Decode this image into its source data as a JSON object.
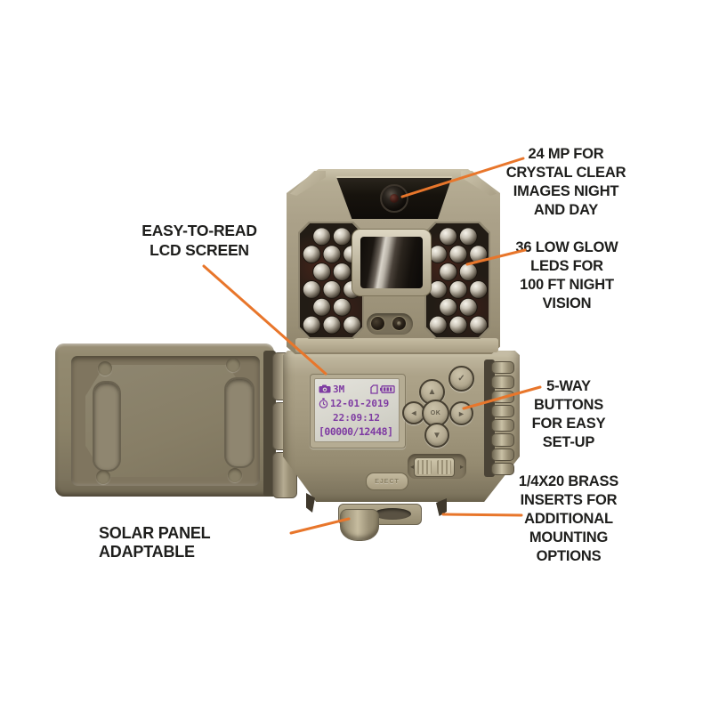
{
  "product": {
    "type": "trail-camera-product-diagram",
    "colors": {
      "accent_orange": "#e8762b",
      "body_tan": "#aca288",
      "label_black": "#1e1e1c",
      "lcd_purple": "#7e3ba2",
      "background": "#ffffff"
    }
  },
  "callouts": {
    "megapixels": {
      "text": "24 MP FOR\nCRYSTAL CLEAR\nIMAGES NIGHT\nAND DAY"
    },
    "leds": {
      "text": "36 LOW GLOW\nLEDS FOR\n100 FT NIGHT\nVISION"
    },
    "lcd": {
      "text": "EASY-TO-READ\nLCD SCREEN"
    },
    "buttons": {
      "text": "5-WAY\nBUTTONS\nFOR EASY\nSET-UP"
    },
    "inserts": {
      "text": "1/4X20 BRASS\nINSERTS FOR\nADDITIONAL\nMOUNTING\nOPTIONS"
    },
    "solar": {
      "text": "SOLAR PANEL ADAPTABLE"
    }
  },
  "lcd": {
    "resolution": "3M",
    "date": "12-01-2019",
    "time": "22:09:12",
    "frame_counter": "[00000/12448]"
  },
  "controls": {
    "eject_label": "EJECT"
  },
  "icons": {
    "check": "✓",
    "up": "▲",
    "down": "▼",
    "left": "◄",
    "right": "►",
    "center_label": "OK",
    "slider_left": "◂",
    "slider_right": "▸"
  }
}
